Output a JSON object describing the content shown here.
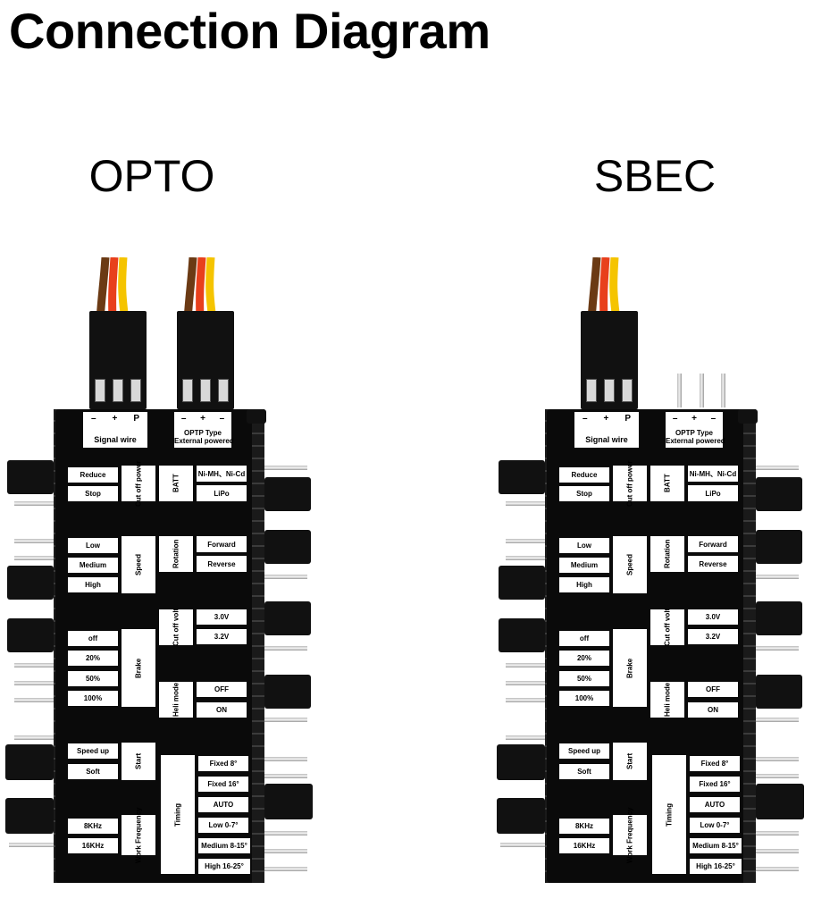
{
  "title": "Connection Diagram",
  "boards": [
    {
      "label": "OPTO",
      "second_connector": "plug"
    },
    {
      "label": "SBEC",
      "second_connector": "pins"
    }
  ],
  "signal": {
    "pins": [
      "–",
      "+",
      "P"
    ],
    "label": "Signal wire"
  },
  "optp": {
    "pins": [
      "–",
      "+",
      "–"
    ],
    "line1": "OPTP Type",
    "line2": "External powered"
  },
  "groups": {
    "cutoff_power": {
      "name": "Cut off power",
      "options": [
        "Reduce",
        "Stop"
      ]
    },
    "batt": {
      "name": "BATT",
      "options": [
        "Ni-MH、Ni-Cd",
        "LiPo"
      ]
    },
    "speed": {
      "name": "Speed",
      "options": [
        "Low",
        "Medium",
        "High"
      ]
    },
    "rotation": {
      "name": "Rotation",
      "options": [
        "Forward",
        "Reverse"
      ]
    },
    "cutoff_volt": {
      "name": "Cut off volt",
      "options": [
        "3.0V",
        "3.2V"
      ]
    },
    "brake": {
      "name": "Brake",
      "options": [
        "off",
        "20%",
        "50%",
        "100%"
      ]
    },
    "heli": {
      "name": "Heli mode",
      "options": [
        "OFF",
        "ON"
      ]
    },
    "start": {
      "name": "Start",
      "options": [
        "Speed up",
        "Soft"
      ]
    },
    "timing": {
      "name": "Timing",
      "options": [
        "Fixed 8°",
        "Fixed 16°",
        "AUTO",
        "Low 0-7°",
        "Medium 8-15°",
        "High 16-25°"
      ]
    },
    "work_freq": {
      "name": "Work Frequency",
      "options": [
        "8KHz",
        "16KHz"
      ]
    }
  },
  "colors": {
    "pcb": "#0a0a0a",
    "label_bg": "#ffffff",
    "wire_brown": "#6b3a14",
    "wire_red": "#e8401c",
    "wire_yellow": "#f5c400"
  }
}
